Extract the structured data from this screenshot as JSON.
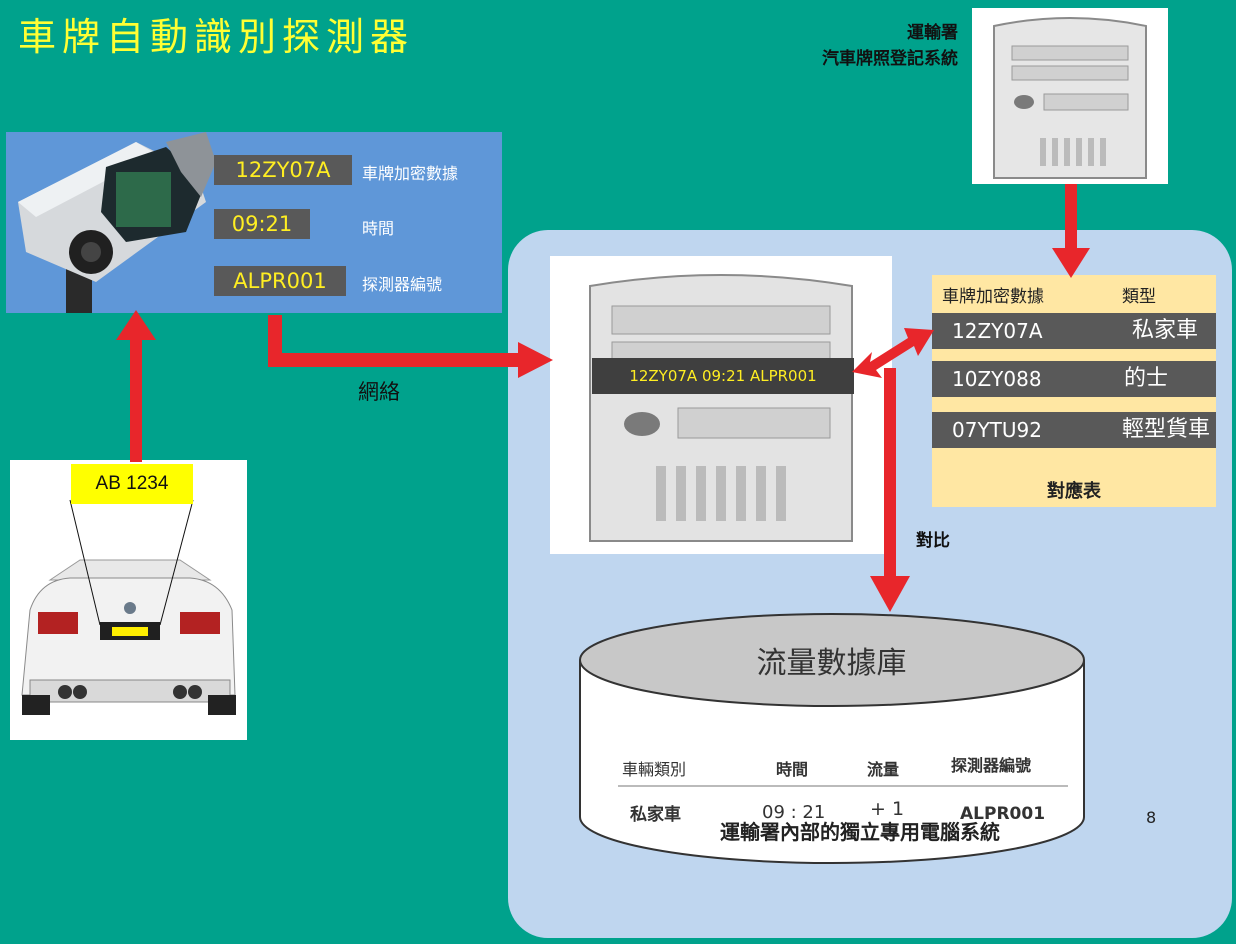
{
  "title": "車牌自動識別探測器",
  "slide_number": "8",
  "camera_panel": {
    "rows": [
      {
        "value": "12ZY07A",
        "label": "車牌加密數據"
      },
      {
        "value": "09:21",
        "label": "時間"
      },
      {
        "value": "ALPR001",
        "label": "探測器編號"
      }
    ]
  },
  "car": {
    "plate_label": "AB 1234"
  },
  "network_label": "網絡",
  "transport_dept": {
    "line1": "運輸署",
    "line2": "汽車牌照登記系統"
  },
  "server_strip": "12ZY07A  09:21  ALPR001",
  "mapping_table": {
    "header_plate": "車牌加密數據",
    "header_type": "類型",
    "rows": [
      {
        "plate": "12ZY07A",
        "type": "私家車"
      },
      {
        "plate": "10ZY088",
        "type": "的士"
      },
      {
        "plate": "07YTU92",
        "type": "輕型貨車"
      }
    ],
    "footer": "對應表"
  },
  "compare_label": "對比",
  "database": {
    "title": "流量數據庫",
    "headers": [
      "車輛類別",
      "時間",
      "流量",
      "探測器編號"
    ],
    "row": [
      "私家車",
      "09 : 21",
      "+ 1",
      "ALPR001"
    ]
  },
  "system_name": "運輸署內部的獨立專用電腦系統",
  "colors": {
    "background": "#00a28c",
    "arrow": "#e8262b",
    "system_panel": "#bfd6ef",
    "camera_panel": "#5f97d8",
    "mapping_table": "#ffe7a3",
    "highlight_text": "#ffee22"
  }
}
